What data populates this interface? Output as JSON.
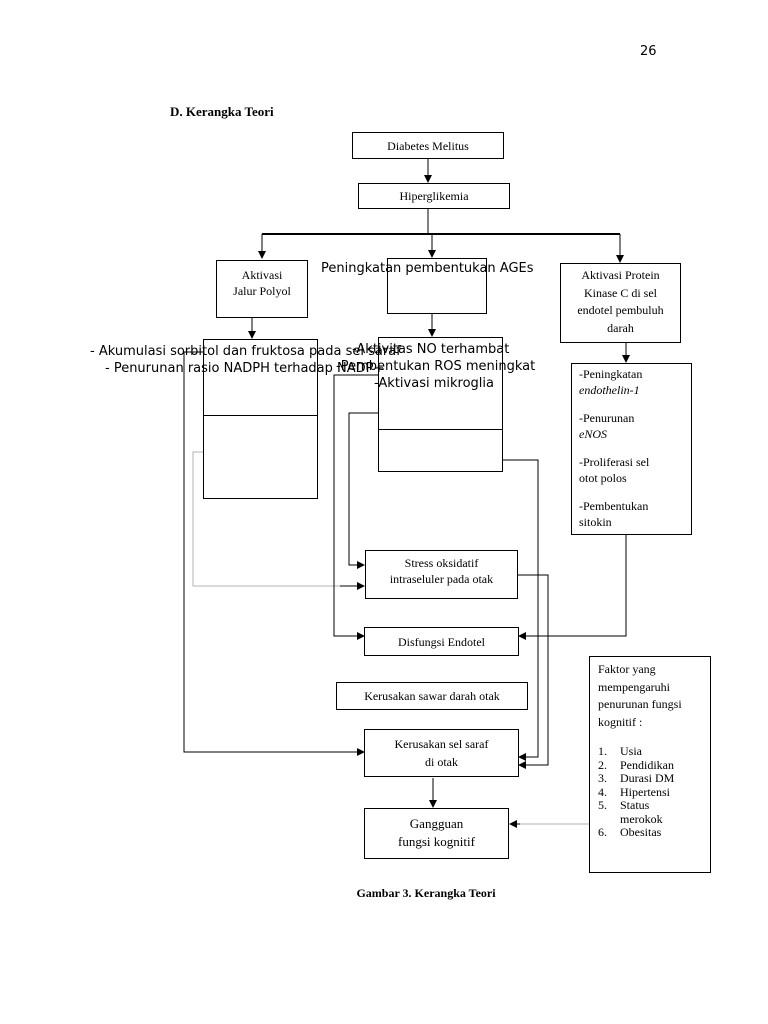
{
  "page_number": "26",
  "section_heading": "D.  Kerangka Teori",
  "caption": "Gambar 3. Kerangka Teori",
  "nodes": {
    "diabetes": "Diabetes Melitus",
    "hiperglikemia": "Hiperglikemia",
    "polyol_line1": "Aktivasi",
    "polyol_line2": "Jalur Polyol",
    "ages": "Peningkatan pembentukan AGEs",
    "pkc_line1": "Aktivasi Protein",
    "pkc_line2": "Kinase C di sel",
    "pkc_line3": "endotel pembuluh",
    "pkc_line4": "darah",
    "polyol_effect1": "- Akumulasi sorbitol dan fruktosa pada sel saraf",
    "polyol_effect2": "- Penurunan rasio NADPH terhadap NADP+",
    "ages_effect1": "-Aktivitas NO terhambat",
    "ages_effect2": "-Pembentukan  ROS meningkat",
    "ages_effect3": "-Aktivasi mikroglia",
    "pkc_effect1a": "-Peningkatan",
    "pkc_effect1b": "endothelin-1",
    "pkc_effect2a": "-Penurunan",
    "pkc_effect2b": "eNOS",
    "pkc_effect3a": "-Proliferasi sel",
    "pkc_effect3b": "otot polos",
    "pkc_effect4a": "-Pembentukan",
    "pkc_effect4b": "sitokin",
    "stress_line1": "Stress oksidatif",
    "stress_line2": "intraseluler pada  otak",
    "disfungsi": "Disfungsi Endotel",
    "sawar": "Kerusakan sawar darah otak",
    "saraf_line1": "Kerusakan sel saraf",
    "saraf_line2": "di otak",
    "gangguan_line1": "Gangguan",
    "gangguan_line2": "fungsi kognitif"
  },
  "factors": {
    "heading_line1": "Faktor yang",
    "heading_line2": "mempengaruhi",
    "heading_line3": "penurunan fungsi",
    "heading_line4": "kognitif :",
    "items": [
      {
        "num": "1.",
        "label": "Usia"
      },
      {
        "num": "2.",
        "label": "Pendidikan"
      },
      {
        "num": "3.",
        "label": "Durasi DM"
      },
      {
        "num": "4.",
        "label": "Hipertensi"
      },
      {
        "num": "5.",
        "label": "Status"
      },
      {
        "num": "",
        "label": "merokok"
      },
      {
        "num": "6.",
        "label": "Obesitas"
      }
    ]
  },
  "colors": {
    "line": "#000000",
    "light_line": "#b3b3b3"
  }
}
